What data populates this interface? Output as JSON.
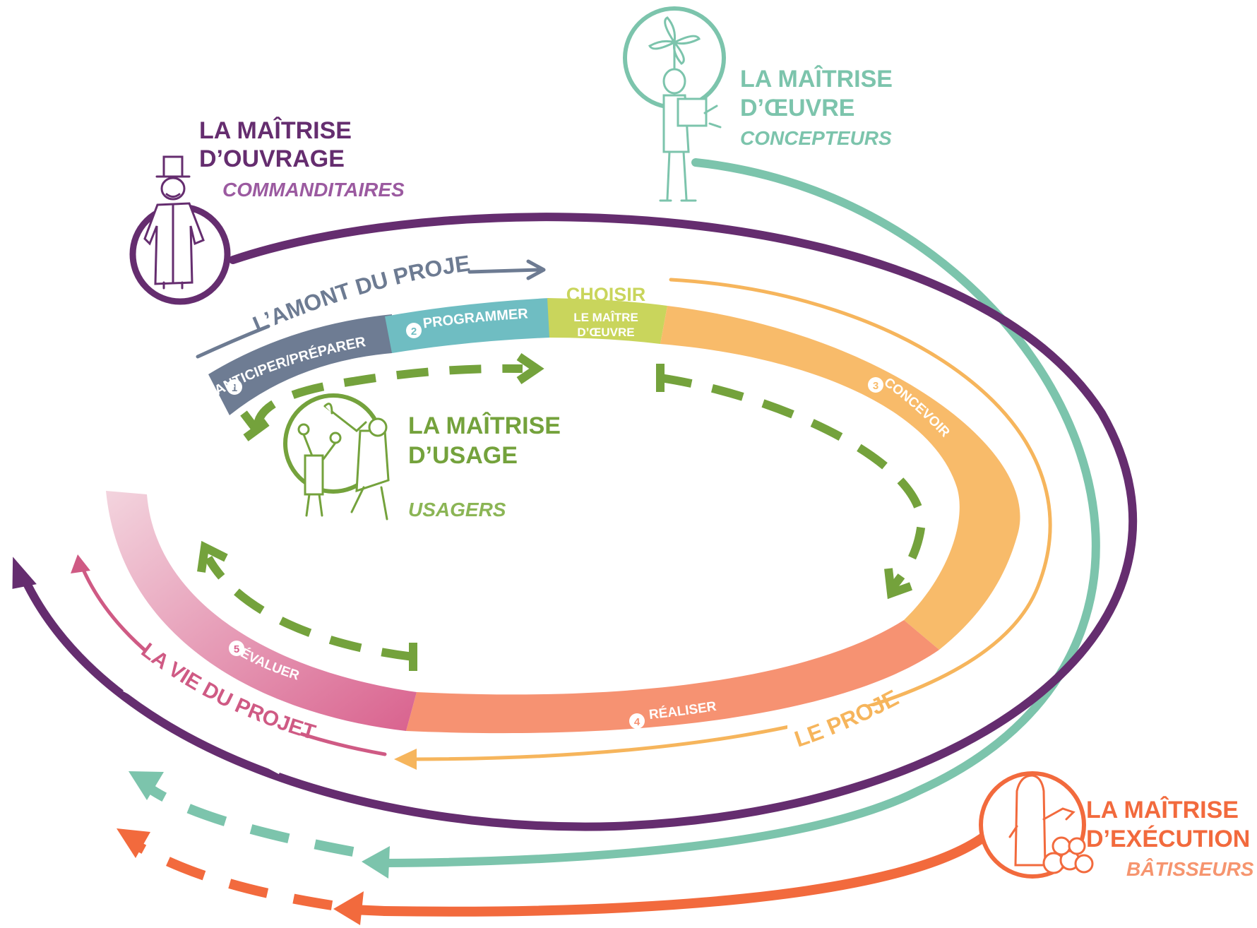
{
  "colors": {
    "ouvrage": "#652d6f",
    "oeuvre": "#7cc4ac",
    "usage": "#74a23c",
    "execution": "#f26a3d",
    "amont": "#6d7b92",
    "anticiper": "#6e7c93",
    "programmer": "#6fbdc2",
    "choisir": "#c9d55c",
    "concevoir": "#f8bb6a",
    "realiser": "#f69272",
    "evaluer_start": "#f3d4de",
    "evaluer_end": "#d9628e",
    "vie": "#cf5a84",
    "projet": "#f6b55c"
  },
  "actors": {
    "ouvrage": {
      "line1": "LA MAÎTRISE",
      "line2": "D’OUVRAGE",
      "sub": "COMMANDITAIRES",
      "icon": "client-man-in-hat-icon"
    },
    "oeuvre": {
      "line1": "LA MAÎTRISE",
      "line2": "D’ŒUVRE",
      "sub": "CONCEPTEURS",
      "icon": "designer-with-propeller-icon"
    },
    "usage": {
      "line1": "LA MAÎTRISE",
      "line2": "D’USAGE",
      "sub": "USAGERS",
      "icon": "users-with-trumpet-icon"
    },
    "execution": {
      "line1": "LA MAÎTRISE",
      "line2": "D’EXÉCUTION",
      "sub": "BÂTISSEURS",
      "icon": "builder-with-trowel-icon"
    }
  },
  "arcs": {
    "amont": "L’AMONT DU PROJET",
    "projet": "LE PROJET",
    "vie": "LA VIE DU PROJET"
  },
  "steps": {
    "anticiper": {
      "num": "1",
      "label": "ANTICIPER/PRÉPARER"
    },
    "programmer": {
      "num": "2",
      "label": "PROGRAMMER"
    },
    "choisir": {
      "title": "CHOISIR",
      "line1": "LE MAÎTRE",
      "line2": "D’ŒUVRE"
    },
    "concevoir": {
      "num": "3",
      "label": "CONCEVOIR"
    },
    "realiser": {
      "num": "4",
      "label": "RÉALISER"
    },
    "evaluer": {
      "num": "5",
      "label": "ÉVALUER"
    }
  }
}
